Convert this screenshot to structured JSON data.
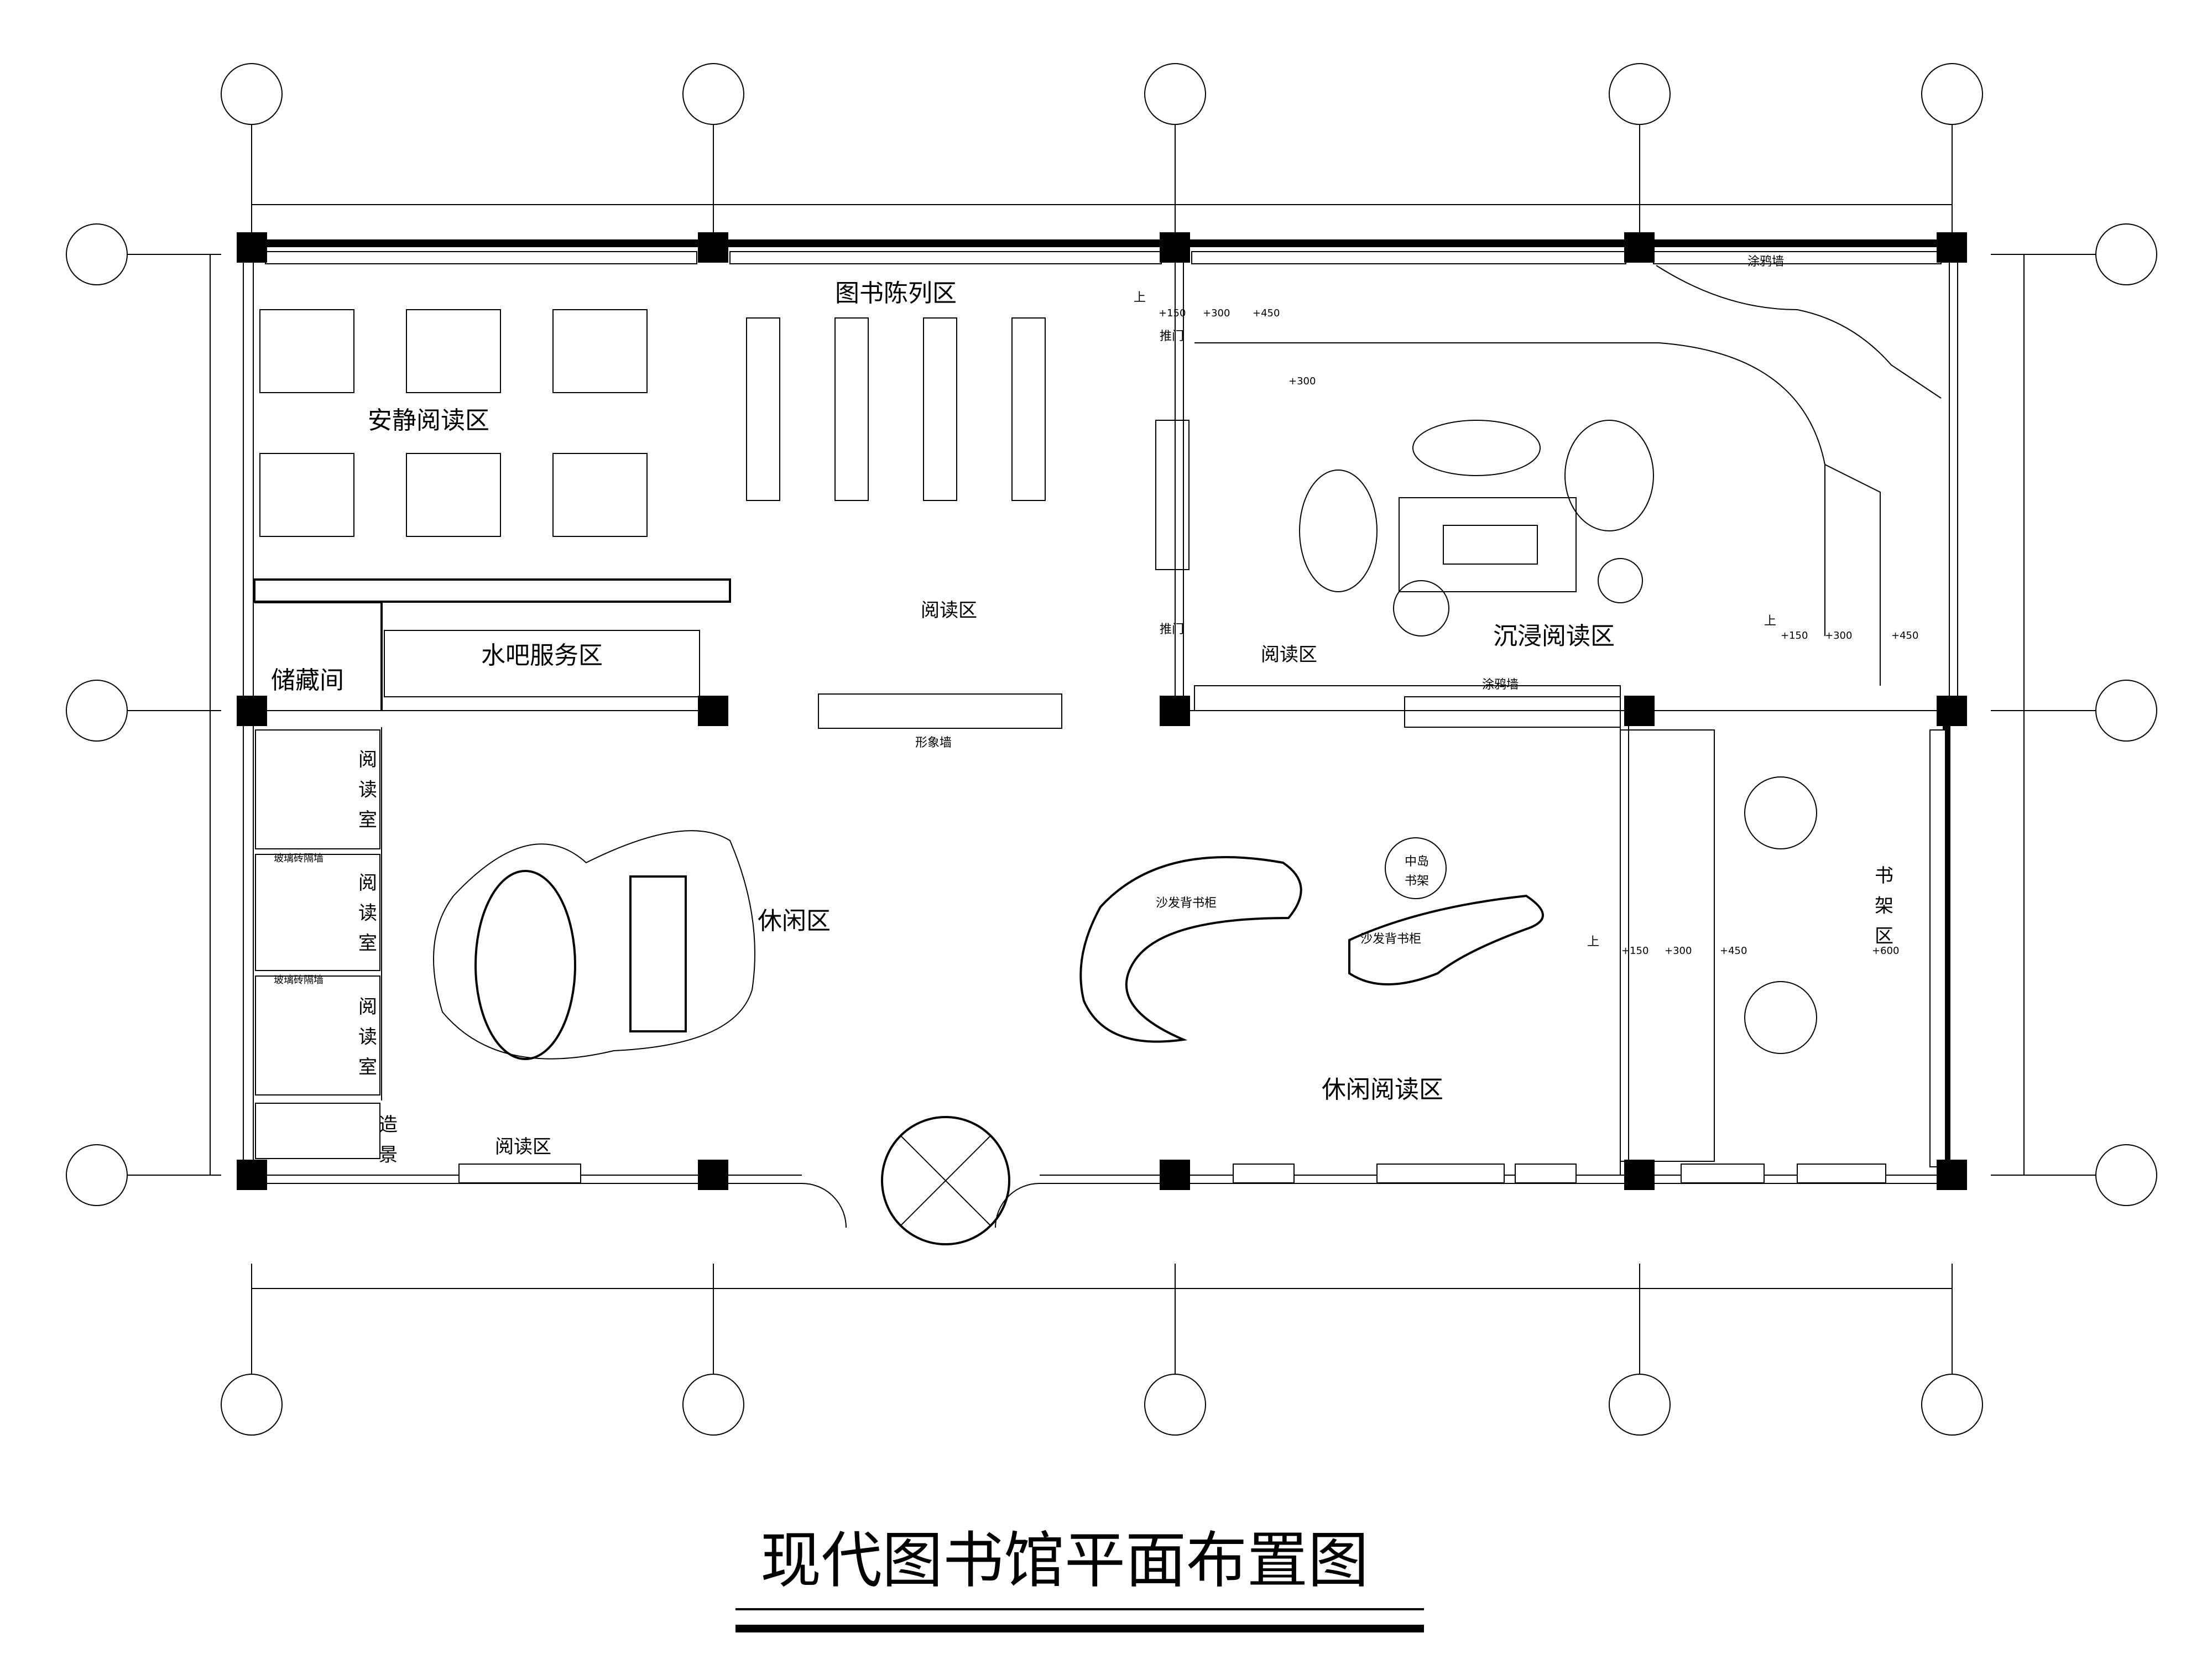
{
  "title": "现代图书馆平面布置图",
  "zones": {
    "quiet_reading": "安静阅读区",
    "book_display": "图书陈列区",
    "immersive_reading": "沉浸阅读区",
    "water_bar": "水吧服务区",
    "storage": "储藏间",
    "reading_room_a": "阅\n读\n室",
    "reading_room_b": "阅\n读\n室",
    "reading_room_c": "阅\n读\n室",
    "glass_partition_1": "玻璃砖隔墙",
    "glass_partition_2": "玻璃砖隔墙",
    "leisure": "休闲区",
    "leisure_reading": "休闲阅读区",
    "reading_center": "阅读区",
    "reading_mid": "阅读区",
    "reading_bottom": "阅读区",
    "bookshelf_area": "书\n架\n区",
    "image_wall": "形象墙",
    "graffiti_wall_top": "涂鸦墙",
    "graffiti_wall_mid": "涂鸦墙",
    "landscape": "造\n景",
    "sofa_cabinet_1": "沙发背书柜",
    "sofa_cabinet_2": "沙发背书柜",
    "island_shelf": "中岛\n书架",
    "sliding_door_1": "推门",
    "sliding_door_2": "推门",
    "up_1": "上",
    "up_2": "上",
    "up_3": "上"
  },
  "steps_top": [
    "+150",
    "+300",
    "+450"
  ],
  "steps_mid": [
    "+150",
    "+300",
    "+450"
  ],
  "steps_bottom": [
    "+150",
    "+300",
    "+450"
  ],
  "step_single": "+300",
  "step_600": "+600"
}
